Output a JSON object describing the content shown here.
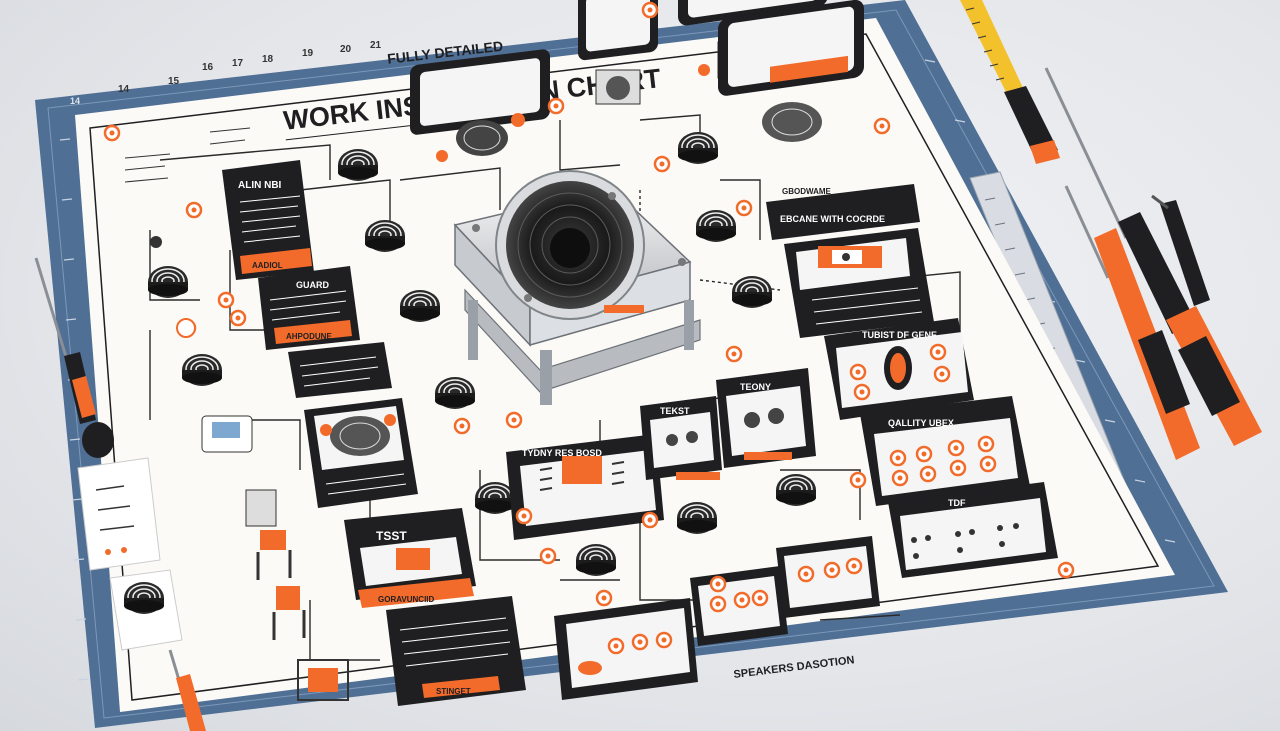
{
  "chart": {
    "subtitle": "FULLY DETAILED",
    "title": "WORK INSTRUCTION CHART",
    "footer": "SPEAKERS DASOTION"
  },
  "ruler_numbers": [
    "14",
    "15",
    "16",
    "17",
    "18",
    "19",
    "20",
    "21"
  ],
  "panels": {
    "align": {
      "heading": "ALIN NBI",
      "tag": "AADIOL"
    },
    "guard": {
      "heading": "GUARD",
      "tag": "AHPODUNE"
    },
    "top_right": {
      "tag": "GBODWAME"
    },
    "engine": {
      "heading": "EBCANE WITH COCRDE"
    },
    "tubist": {
      "heading": "TUBIST DF GENE"
    },
    "quality": {
      "heading": "QALLITY UBEX"
    },
    "tdf": {
      "heading": "TDF"
    },
    "tydny": {
      "heading": "TYDNY RES BOSD"
    },
    "tekst": {
      "heading": "TEKST"
    },
    "teony": {
      "heading": "TEONY"
    },
    "test": {
      "heading": "TSST",
      "tag": "GORAVUNCIID"
    },
    "stinget": {
      "tag": "STINGET"
    }
  },
  "colors": {
    "accent": "#f26b2a",
    "dark": "#1f1f22",
    "board": "#4f6f95",
    "paper": "#fbfaf6"
  },
  "icons": [
    "speaker-icon",
    "coil-icon",
    "screwdriver-icon",
    "tape-measure-icon",
    "jig-icon"
  ]
}
